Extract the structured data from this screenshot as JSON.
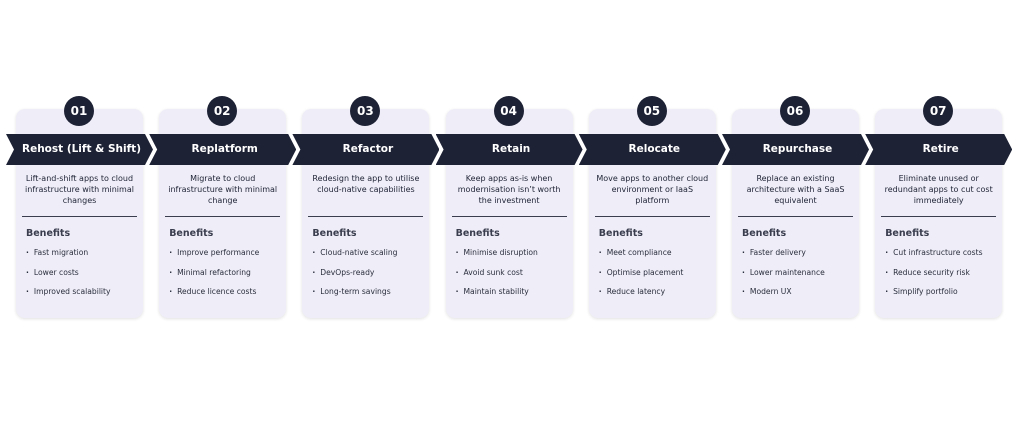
{
  "benefits_label": "Benefits",
  "colors": {
    "dark": "#1e2235",
    "card": "#efeef8"
  },
  "strategies": [
    {
      "number": "01",
      "title": "Rehost (Lift & Shift)",
      "description": "Lift-and-shift apps to cloud infrastructure with minimal changes",
      "benefits": [
        "Fast migration",
        "Lower costs",
        "Improved scalability"
      ]
    },
    {
      "number": "02",
      "title": "Replatform",
      "description": "Migrate to cloud infrastructure with minimal change",
      "benefits": [
        "Improve performance",
        "Minimal refactoring",
        "Reduce licence costs"
      ]
    },
    {
      "number": "03",
      "title": "Refactor",
      "description": "Redesign the app to utilise cloud-native capabilities",
      "benefits": [
        "Cloud-native scaling",
        "DevOps-ready",
        "Long-term savings"
      ]
    },
    {
      "number": "04",
      "title": "Retain",
      "description": "Keep apps as-is when modernisation isn’t worth the investment",
      "benefits": [
        "Minimise disruption",
        "Avoid sunk cost",
        "Maintain stability"
      ]
    },
    {
      "number": "05",
      "title": "Relocate",
      "description": "Move apps to another cloud environment or IaaS platform",
      "benefits": [
        "Meet compliance",
        "Optimise placement",
        "Reduce latency"
      ]
    },
    {
      "number": "06",
      "title": "Repurchase",
      "description": "Replace an existing architecture with a SaaS equivalent",
      "benefits": [
        "Faster delivery",
        "Lower maintenance",
        "Modern UX"
      ]
    },
    {
      "number": "07",
      "title": "Retire",
      "description": "Eliminate unused or redundant apps to cut cost immediately",
      "benefits": [
        "Cut infrastructure costs",
        "Reduce security risk",
        "Simplify portfolio"
      ]
    }
  ]
}
